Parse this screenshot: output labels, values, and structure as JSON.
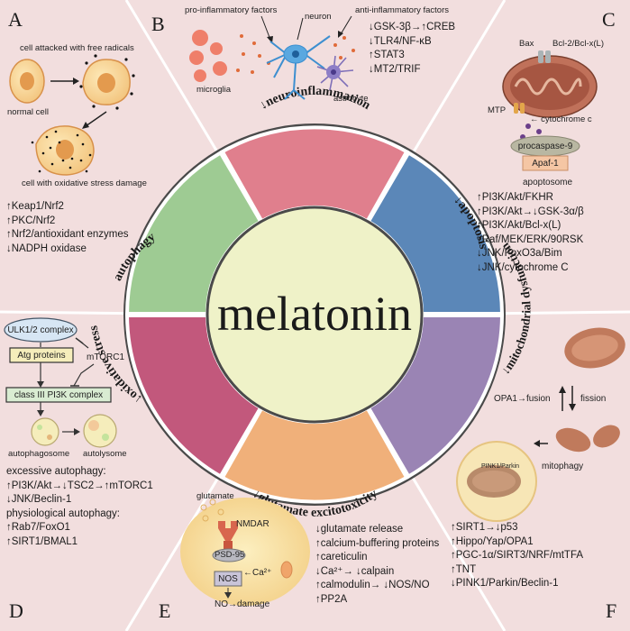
{
  "center": "melatonin",
  "ring_labels": {
    "top": "↓neuroinflammation",
    "upper_right": "↓apoptosis",
    "lower_right": "↓mitochondrial dysfunction",
    "bottom": "↓glutamate excitotoxicity",
    "lower_left": "autophagy",
    "upper_left": "↓oxidative stress"
  },
  "panels": {
    "A": {
      "letter": "A",
      "cap_attacked": "cell attacked with free radicals",
      "cap_normal": "normal cell",
      "cap_damage": "cell with oxidative stress damage",
      "list": [
        "↑Keap1/Nrf2",
        "↑PKC/Nrf2",
        "↑Nrf2/antioxidant enzymes",
        "↓NADPH oxidase"
      ]
    },
    "B": {
      "letter": "B",
      "cap_pro": "pro-inflammatory factors",
      "cap_neuron": "neuron",
      "cap_anti": "anti-inflammatory factors",
      "cap_microglia": "microglia",
      "cap_astrocyte": "astrocyte",
      "list": [
        "↓GSK-3β→↑CREB",
        "↓TLR4/NF-κB",
        "↑STAT3",
        "↓MT2/TRIF"
      ]
    },
    "C": {
      "letter": "C",
      "cap_bax": "Bax",
      "cap_bcl": "Bcl-2/Bcl-x(L)",
      "cap_mtp": "MTP",
      "cap_cyto": "← cytochrome c",
      "cap_procaspase": "procaspase-9",
      "cap_apaf": "Apaf-1",
      "cap_apoptosome": "apoptosome",
      "list": [
        "↑PI3K/Akt/FKHR",
        "↑PI3K/Akt→↓GSK-3α/β",
        "↑PI3K/Akt/Bcl-x(L)",
        "↑Raf/MEK/ERK/90RSK",
        "↓JNK/FoxO3a/Bim",
        "↓JNK/cytochrome C"
      ]
    },
    "D": {
      "letter": "D",
      "cap_ulk": "ULK1/2 complex",
      "cap_atg": "Atg proteins",
      "cap_mtorc": "mTORC1",
      "cap_pi3k": "class III PI3K complex",
      "cap_autophagosome": "autophagosome",
      "cap_autolysome": "autolysome",
      "list": [
        "excessive autophagy:",
        "↑PI3K/Akt→↓TSC2→↑mTORC1",
        "↓JNK/Beclin-1",
        "physiological autophagy:",
        "↑Rab7/FoxO1",
        "↑SIRT1/BMAL1"
      ]
    },
    "E": {
      "letter": "E",
      "cap_glutamate": "glutamate",
      "cap_nmdar": "NMDAR",
      "cap_psd": "PSD-95",
      "cap_ca": "←Ca²⁺",
      "cap_nos": "NOS",
      "cap_no": "NO→damage",
      "list": [
        "↓glutamate release",
        "↑calcium-buffering proteins",
        "↑careticulin",
        "↓Ca²⁺→ ↓calpain",
        "↑calmodulin→ ↓NOS/NO",
        "↑PP2A"
      ]
    },
    "F": {
      "letter": "F",
      "cap_fusion": "OPA1→fusion",
      "cap_fission": "fission",
      "cap_mitophagy": "mitophagy",
      "cap_pink": "PINK1/Parkin",
      "list": [
        "↑SIRT1→↓p53",
        "↑Hippo/Yap/OPA1",
        "↑PGC-1α/SIRT3/NRF/mtTFA",
        "↑TNT",
        "↓PINK1/Parkin/Beclin-1"
      ]
    }
  },
  "colors": {
    "background": "#f2dede",
    "divider": "#ffffff",
    "ring_outer": "#4a4a4a",
    "center_fill": "#eff2c8",
    "top_segment": "#e07f8d",
    "upper_right_segment": "#5b87b8",
    "lower_right_segment": "#9a84b4",
    "bottom_segment": "#f0b07a",
    "lower_left_segment": "#c2587c",
    "upper_left_segment": "#9ecb93"
  }
}
